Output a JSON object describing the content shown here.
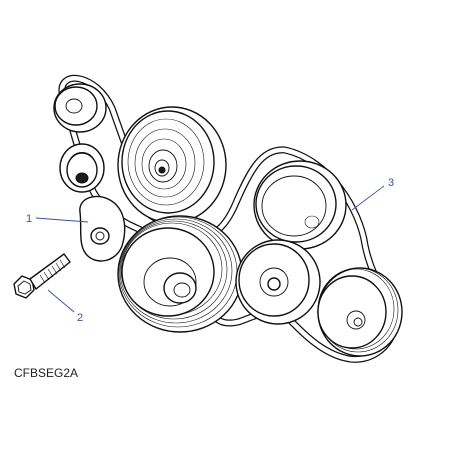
{
  "diagram": {
    "callouts": [
      {
        "id": "1",
        "label": "1"
      },
      {
        "id": "2",
        "label": "2"
      },
      {
        "id": "3",
        "label": "3"
      }
    ],
    "illustration_code": "CFBSEG2A",
    "colors": {
      "ink": "#111111",
      "callout": "#3a4fa0",
      "background": "#ffffff"
    }
  }
}
